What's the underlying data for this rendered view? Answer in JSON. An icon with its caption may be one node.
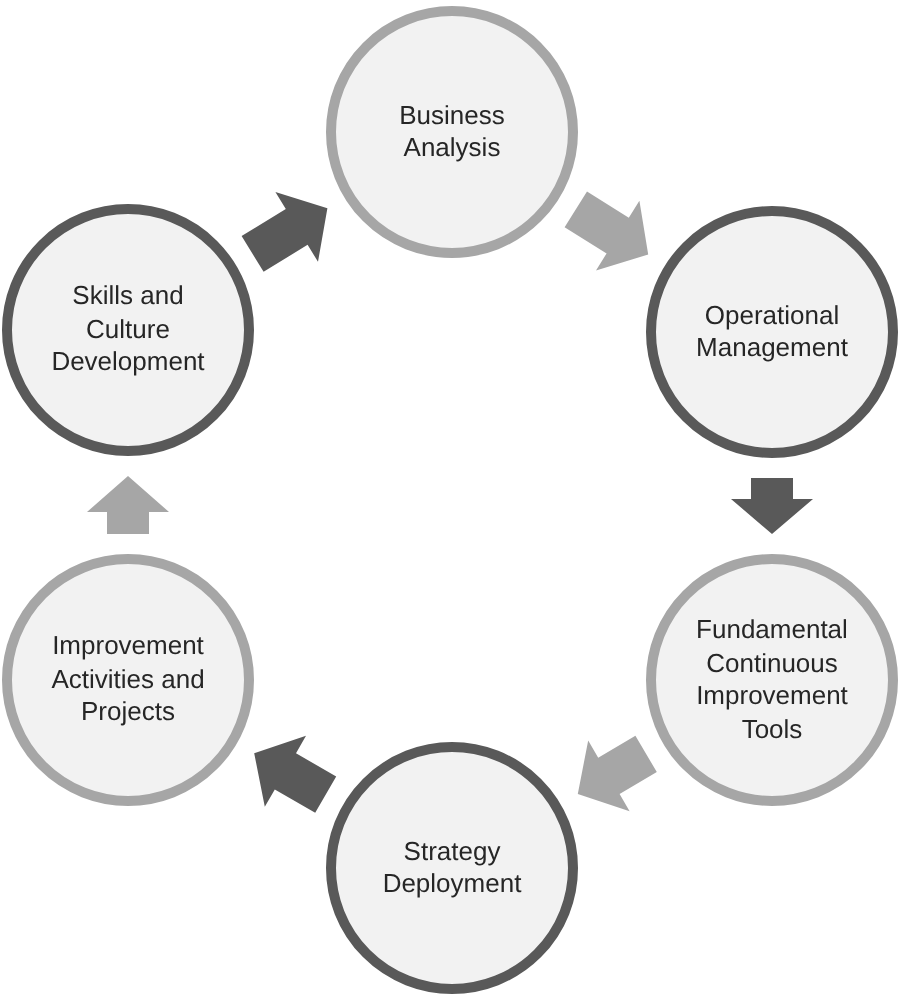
{
  "diagram": {
    "nodes": [
      {
        "text": [
          "Business Analysis"
        ]
      },
      {
        "text": [
          "Skills and Culture Development"
        ]
      },
      {
        "text": [
          "Operational Management"
        ]
      },
      {
        "text": [
          "Improvement Activities and Projects"
        ]
      },
      {
        "text": [
          "Fundamental Continuous Improvement Tools"
        ]
      },
      {
        "text": [
          "Strategy Deployment"
        ]
      }
    ],
    "edges": [
      {
        "from": 1,
        "to": 0,
        "arrow": "to",
        "color": "#595959"
      },
      {
        "from": 0,
        "to": 2,
        "arrow": "to"
      },
      {
        "from": 2,
        "to": 4,
        "arrow": "to",
        "color": "#595959"
      },
      {
        "from": 4,
        "to": 5,
        "arrow": "to"
      },
      {
        "from": 5,
        "to": 3,
        "arrow": "to",
        "color": "#595959"
      },
      {
        "from": 3,
        "to": 1,
        "arrow": "to"
      }
    ]
  }
}
